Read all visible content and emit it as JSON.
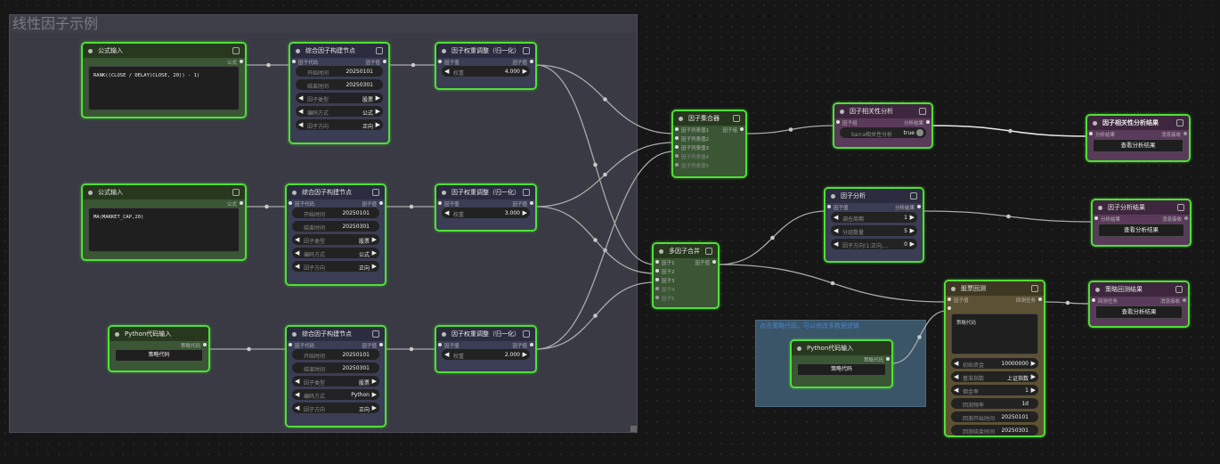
{
  "colors": {
    "selection": "#4fe035",
    "group_gray": "#3a3a44",
    "group_blue": "#3a5468",
    "text_blue": "#4a86c8",
    "wire": "#a9a9a9"
  },
  "groups": {
    "main_title": "线性因子示例",
    "note": "点击策略代码，可以修改多数据逻辑"
  },
  "formula1": {
    "title": "公式输入",
    "out": "公式",
    "code": "RANK((CLOSE / DELAY(CLOSE, 20)) - 1)"
  },
  "formula2": {
    "title": "公式输入",
    "out": "公式",
    "code": "MA(MARKET_CAP,20)"
  },
  "pyin1": {
    "title": "Python代码输入",
    "out": "策略代码",
    "button": "策略代码"
  },
  "builder_common": {
    "title": "综合因子构建节点",
    "in": "因子代码",
    "out": "因子值",
    "start_label": "开始时间",
    "end_label": "结束时间",
    "type_label": "因子类型",
    "enc_label": "编码方式",
    "dir_label": "因子方向"
  },
  "builder1": {
    "start": "20250101",
    "end": "20250301",
    "type": "股票",
    "enc": "公式",
    "dir": "正向"
  },
  "builder2": {
    "start": "20250101",
    "end": "20250301",
    "type": "股票",
    "enc": "公式",
    "dir": "正向"
  },
  "builder3": {
    "start": "20250101",
    "end": "20250301",
    "type": "股票",
    "enc": "Python",
    "dir": "正向"
  },
  "weight_common": {
    "title": "因子权重调整（归一化）",
    "in": "因子值",
    "out": "因子值",
    "label": "权重"
  },
  "weight1": {
    "value": "4.000"
  },
  "weight2": {
    "value": "3.000"
  },
  "weight3": {
    "value": "2.000"
  },
  "agg": {
    "title": "因子集合器",
    "ins": [
      "因子列表值1",
      "因子列表值2",
      "因子列表值3",
      "因子列表值4",
      "因子列表值5"
    ],
    "out": "因子组"
  },
  "corr": {
    "title": "因子相关性分析",
    "in": "因子组",
    "out": "分析结果",
    "widget_label": "barra相关性分析",
    "widget_value": "true"
  },
  "corr_result": {
    "title": "因子相关性分析结果",
    "in": "分析结果",
    "out": "消息接收",
    "button": "查看分析结果"
  },
  "merge": {
    "title": "多因子合并",
    "ins": [
      "因子1",
      "因子2",
      "因子3",
      "因子4",
      "因子5"
    ],
    "out": "因子值"
  },
  "analysis": {
    "title": "因子分析",
    "in": "因子值",
    "out": "分析结果",
    "w1_label": "调仓周期",
    "w1_value": "1",
    "w2_label": "分组数量",
    "w2_value": "5",
    "w3_label": "因子方向(1:正向,...",
    "w3_value": "0"
  },
  "analysis_result": {
    "title": "因子分析结果",
    "in": "分析结果",
    "out": "消息接收",
    "button": "查看分析结果"
  },
  "pyin2": {
    "title": "Python代码输入",
    "out": "策略代码",
    "button": "策略代码"
  },
  "backtest": {
    "title": "股票回测",
    "in": "因子值",
    "out": "回测任务",
    "code_label": "策略代码",
    "cap_label": "初始资金",
    "cap_value": "10000000",
    "bench_label": "基准指数",
    "bench_value": "上证指数",
    "tax_label": "佣金率",
    "tax_value": "1",
    "freq_label": "回测频率",
    "freq_value": "1d",
    "start_label": "回测开始时间",
    "start_value": "20250101",
    "end_label": "回测结束时间",
    "end_value": "20250301"
  },
  "strategy_result": {
    "title": "策略回测结果",
    "in": "回测任务",
    "out": "消息接收",
    "button": "查看分析结果"
  }
}
